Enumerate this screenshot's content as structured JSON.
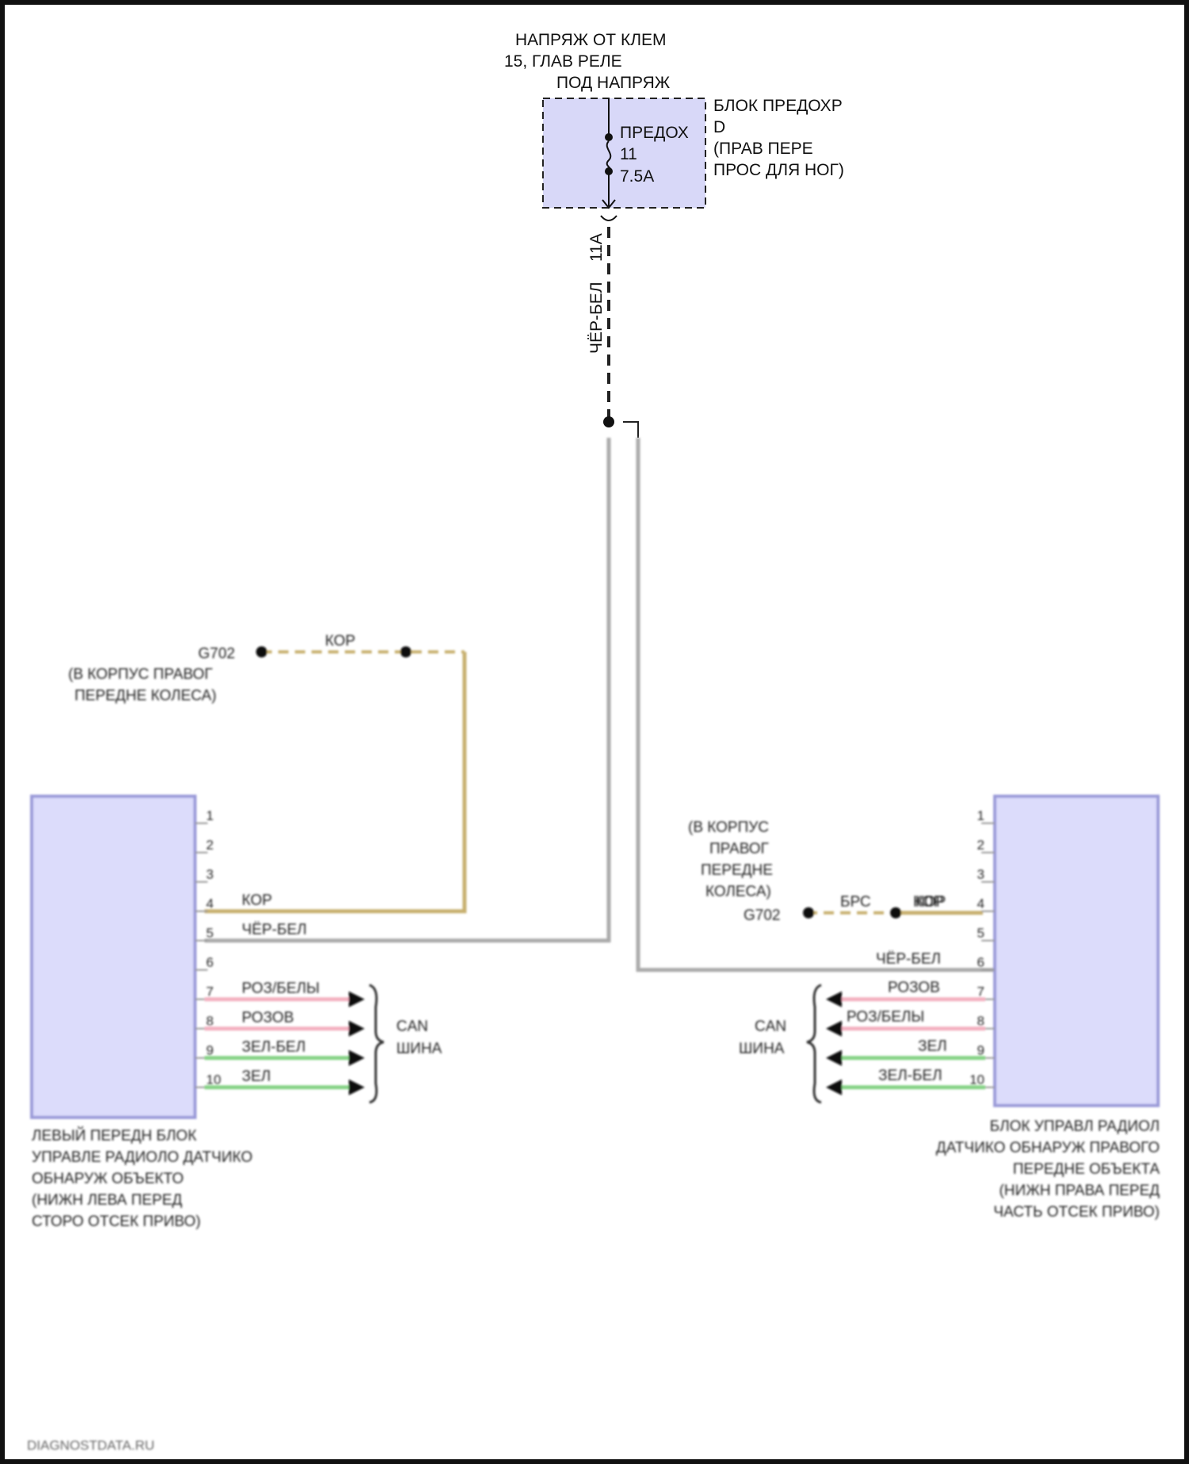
{
  "supply": {
    "line1": "НАПРЯЖ ОТ КЛЕМ",
    "line2": "15, ГЛАВ РЕЛЕ",
    "line3": "ПОД НАПРЯЖ"
  },
  "fuse_box": {
    "line1": "БЛОК ПРЕДОХР",
    "line2": "D",
    "line3": "(ПРАВ ПЕРЕ",
    "line4": "ПРОС ДЛЯ НОГ)"
  },
  "fuse": {
    "name": "ПРЕДОХ",
    "number": "11",
    "rating": "7.5A"
  },
  "terminal": "11A",
  "wire_main": "ЧЁР-БЕЛ",
  "colors": {
    "module_fill": "#dcdcfb",
    "module_border": "#9a9ad8",
    "fuse_fill": "#d8d8f8",
    "ground_wire": "#c8b070",
    "power_wire": "#aaaaaa",
    "can_pink": "#f3b0c0",
    "can_green": "#86d386"
  },
  "left_ground": {
    "id": "G702",
    "wire": "КОР",
    "loc1": "(В КОРПУС ПРАВОГ",
    "loc2": "ПЕРЕДНЕ КОЛЕСА)"
  },
  "right_ground": {
    "id": "G702",
    "wire1": "БРС",
    "wire2": "КОР",
    "loc1": "(В КОРПУС",
    "loc2": "ПРАВОГ",
    "loc3": "ПЕРЕДНЕ",
    "loc4": "КОЛЕСА)"
  },
  "left_module": {
    "pins": [
      "1",
      "2",
      "3",
      "4",
      "5",
      "6",
      "7",
      "8",
      "9",
      "10"
    ],
    "wire_pin4": "КОР",
    "wire_pin5": "ЧЁР-БЕЛ",
    "wire_pin7": "РОЗ/БЕЛЫ",
    "wire_pin8": "РОЗОВ",
    "wire_pin9": "ЗЕЛ-БЕЛ",
    "wire_pin10": "ЗЕЛ",
    "can1": "CAN",
    "can2": "ШИНА",
    "desc1": "ЛЕВЫЙ ПЕРЕДН БЛОК",
    "desc2": "УПРАВЛЕ РАДИОЛО ДАТЧИКО",
    "desc3": "ОБНАРУЖ ОБЪЕКТО",
    "desc4": "(НИЖН ЛЕВА ПЕРЕД",
    "desc5": "СТОРО ОТСЕК ПРИВО)"
  },
  "right_module": {
    "pins": [
      "1",
      "2",
      "3",
      "4",
      "5",
      "6",
      "7",
      "8",
      "9",
      "10"
    ],
    "wire_pin4": "КОР",
    "wire_pin6": "ЧЁР-БЕЛ",
    "wire_pin7": "РОЗОВ",
    "wire_pin8": "РОЗ/БЕЛЫ",
    "wire_pin9": "ЗЕЛ",
    "wire_pin10": "ЗЕЛ-БЕЛ",
    "can1": "CAN",
    "can2": "ШИНА",
    "desc1": "БЛОК УПРАВЛ РАДИОЛ",
    "desc2": "ДАТЧИКО ОБНАРУЖ ПРАВОГО",
    "desc3": "ПЕРЕДНЕ ОБЪЕКТА",
    "desc4": "(НИЖН ПРАВА ПЕРЕД",
    "desc5": "ЧАСТЬ ОТСЕК ПРИВО)"
  },
  "watermark": "DIAGNOSTDATA.RU"
}
